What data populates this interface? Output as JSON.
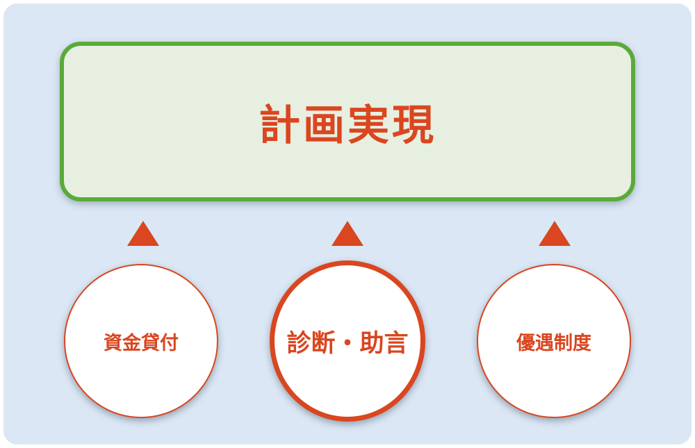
{
  "diagram": {
    "goal": {
      "label": "計画実現"
    },
    "supports": [
      {
        "label": "資金貸付",
        "emphasis": false
      },
      {
        "label": "診断・助言",
        "emphasis": true
      },
      {
        "label": "優遇制度",
        "emphasis": false
      }
    ]
  },
  "colors": {
    "background": "#dbe7f4",
    "goal_fill": "#e7efe1",
    "goal_border": "#5aaa3a",
    "accent": "#d9461f",
    "circle_fill": "#ffffff"
  }
}
